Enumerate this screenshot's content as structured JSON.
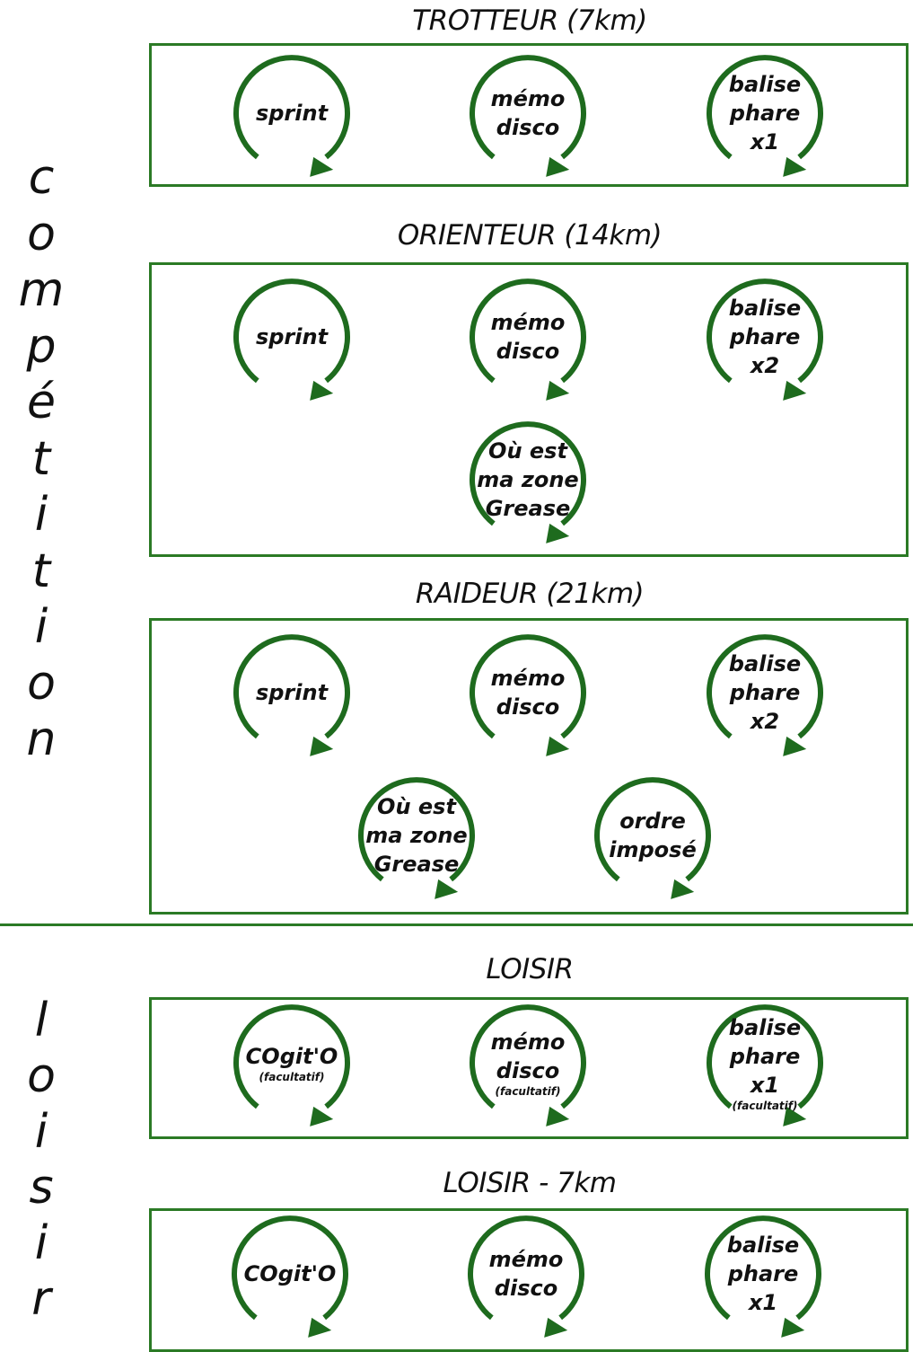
{
  "categories": [
    {
      "word": "compétition"
    },
    {
      "word": "loisir"
    }
  ],
  "sections": [
    {
      "title": "TROTTEUR (7km)",
      "steps": [
        {
          "icon": "circular-arrow-icon",
          "lines": [
            "sprint"
          ],
          "note": ""
        },
        {
          "icon": "circular-arrow-icon",
          "lines": [
            "mémo",
            "disco"
          ],
          "note": ""
        },
        {
          "icon": "circular-arrow-icon",
          "lines": [
            "balise",
            "phare",
            "x1"
          ],
          "note": ""
        }
      ]
    },
    {
      "title": "ORIENTEUR (14km)",
      "steps": [
        {
          "icon": "circular-arrow-icon",
          "lines": [
            "sprint"
          ],
          "note": ""
        },
        {
          "icon": "circular-arrow-icon",
          "lines": [
            "mémo",
            "disco"
          ],
          "note": ""
        },
        {
          "icon": "circular-arrow-icon",
          "lines": [
            "balise",
            "phare",
            "x2"
          ],
          "note": ""
        },
        {
          "icon": "circular-arrow-icon",
          "lines": [
            "Où est",
            "ma zone",
            "Grease"
          ],
          "note": ""
        }
      ]
    },
    {
      "title": "RAIDEUR (21km)",
      "steps": [
        {
          "icon": "circular-arrow-icon",
          "lines": [
            "sprint"
          ],
          "note": ""
        },
        {
          "icon": "circular-arrow-icon",
          "lines": [
            "mémo",
            "disco"
          ],
          "note": ""
        },
        {
          "icon": "circular-arrow-icon",
          "lines": [
            "balise",
            "phare",
            "x2"
          ],
          "note": ""
        },
        {
          "icon": "circular-arrow-icon",
          "lines": [
            "Où est",
            "ma zone",
            "Grease"
          ],
          "note": ""
        },
        {
          "icon": "circular-arrow-icon",
          "lines": [
            "ordre",
            "imposé"
          ],
          "note": ""
        }
      ]
    },
    {
      "title": "LOISIR",
      "steps": [
        {
          "icon": "circular-arrow-icon",
          "lines": [
            "COgit'O"
          ],
          "note": "(facultatif)"
        },
        {
          "icon": "circular-arrow-icon",
          "lines": [
            "mémo",
            "disco"
          ],
          "note": "(facultatif)"
        },
        {
          "icon": "circular-arrow-icon",
          "lines": [
            "balise",
            "phare",
            "x1"
          ],
          "note": "(facultatif)"
        }
      ]
    },
    {
      "title": "LOISIR - 7km",
      "steps": [
        {
          "icon": "circular-arrow-icon",
          "lines": [
            "COgit'O"
          ],
          "note": ""
        },
        {
          "icon": "circular-arrow-icon",
          "lines": [
            "mémo",
            "disco"
          ],
          "note": ""
        },
        {
          "icon": "circular-arrow-icon",
          "lines": [
            "balise",
            "phare",
            "x1"
          ],
          "note": ""
        }
      ]
    }
  ],
  "colors": {
    "accent": "#2b7a25",
    "arrow": "#1e6b1e"
  }
}
